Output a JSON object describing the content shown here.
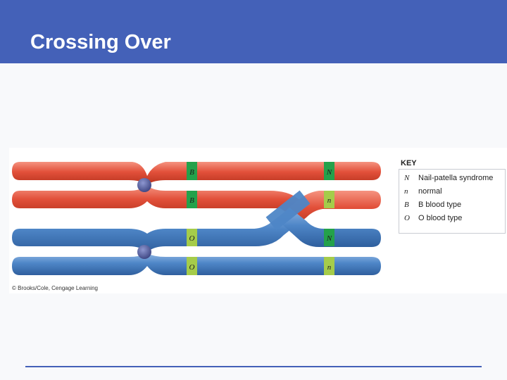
{
  "slide": {
    "title": "Crossing Over"
  },
  "figure": {
    "credit": "© Brooks/Cole, Cengage Learning",
    "colors": {
      "maternal_red": "#e2503a",
      "paternal_blue": "#4e86c7",
      "centromere": "#46508f",
      "locus_dark_green": "#24a14b",
      "locus_light_green": "#a5cc4a"
    },
    "chromatids": [
      {
        "id": "red-top",
        "color": "red",
        "loci": {
          "blood": "B",
          "nail": "N"
        }
      },
      {
        "id": "red-bottom",
        "color": "red",
        "loci": {
          "blood": "B",
          "nail": "n"
        }
      },
      {
        "id": "blue-top",
        "color": "blue",
        "loci": {
          "blood": "O",
          "nail": "N"
        }
      },
      {
        "id": "blue-bottom",
        "color": "blue",
        "loci": {
          "blood": "O",
          "nail": "n"
        }
      }
    ]
  },
  "key": {
    "title": "KEY",
    "items": [
      {
        "symbol": "N",
        "label": "Nail-patella syndrome"
      },
      {
        "symbol": "n",
        "label": "normal"
      },
      {
        "symbol": "B",
        "label": "B blood type"
      },
      {
        "symbol": "O",
        "label": "O blood type"
      }
    ]
  }
}
